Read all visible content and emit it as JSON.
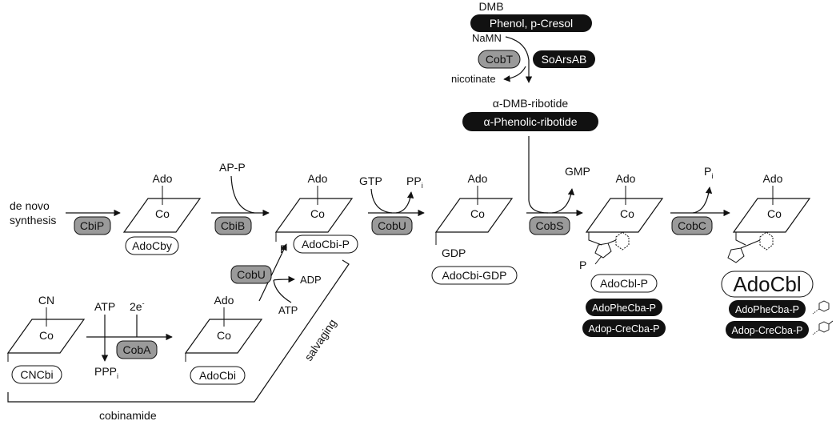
{
  "top": {
    "dmb": "DMB",
    "phenol": "Phenol, p-Cresol",
    "namn": "NaMN",
    "nicotinate": "nicotinate",
    "cobt": "CobT",
    "soarsab": "SoArsAB",
    "dmb_ribotide": "α-DMB-ribotide",
    "phenolic_ribotide": "α-Phenolic-ribotide"
  },
  "pathway": {
    "de_novo_1": "de novo",
    "de_novo_2": "synthesis",
    "cbip": "CbiP",
    "adocby": "AdoCby",
    "ap_p": "AP-P",
    "cbib": "CbiB",
    "adocbi_p": "AdoCbi-P",
    "gtp": "GTP",
    "pp": "PP",
    "pp_sub": "i",
    "cobu_top": "CobU",
    "adocbi_gdp": "AdoCbi-GDP",
    "gdp": "GDP",
    "gmp": "GMP",
    "cobs": "CobS",
    "adocbl_p": "AdoCbl-P",
    "adophecba_p_1": "AdoPheCba-P",
    "adopcrecba_p_1": "Adop-CreCba-P",
    "pi": "P",
    "pi_sub": "i",
    "cobc": "CobC",
    "adocbl": "AdoCbl",
    "adophecba_p_2": "AdoPheCba-P",
    "adopcrecba_p_2": "Adop-CreCba-P"
  },
  "ring": {
    "ado": "Ado",
    "co": "Co",
    "cn": "CN",
    "p": "P"
  },
  "salvage": {
    "cnbi": "CNCbi",
    "atp": "ATP",
    "e2": "2e",
    "e2_sup": "-",
    "ppp": "PPP",
    "ppp_sub": "i",
    "coba": "CobA",
    "adocbi": "AdoCbi",
    "cobu_bottom": "CobU",
    "adp": "ADP",
    "atp2": "ATP",
    "salvaging": "salvaging",
    "cobinamide": "cobinamide"
  }
}
